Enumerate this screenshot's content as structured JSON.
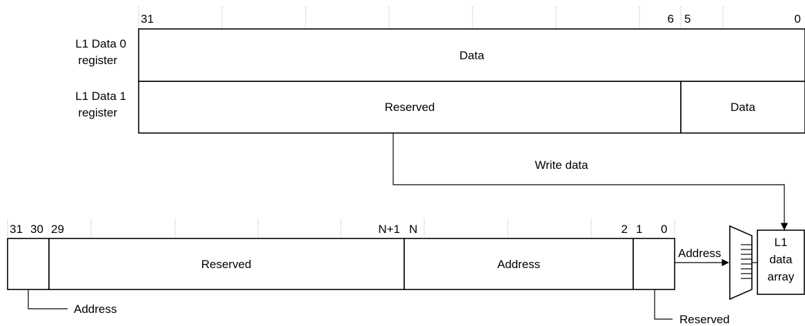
{
  "register_bits": {
    "b31": "31",
    "b6": "6",
    "b5": "5",
    "b0": "0"
  },
  "l1_data0": {
    "label_line1": "L1 Data 0",
    "label_line2": "register",
    "field": "Data"
  },
  "l1_data1": {
    "label_line1": "L1 Data 1",
    "label_line2": "register",
    "reserved": "Reserved",
    "data": "Data"
  },
  "write_data_label": "Write data",
  "address_bits": {
    "b31": "31",
    "b30": "30",
    "b29": "29",
    "bn1": "N+1",
    "bn": "N",
    "b2": "2",
    "b1": "1",
    "b0": "0"
  },
  "address_register": {
    "reserved": "Reserved",
    "address": "Address"
  },
  "callouts": {
    "address_top_bits": "Address",
    "reserved_low_bits": "Reserved",
    "address_to_mux": "Address"
  },
  "data_array": {
    "line1": "L1",
    "line2": "data",
    "line3": "array"
  }
}
